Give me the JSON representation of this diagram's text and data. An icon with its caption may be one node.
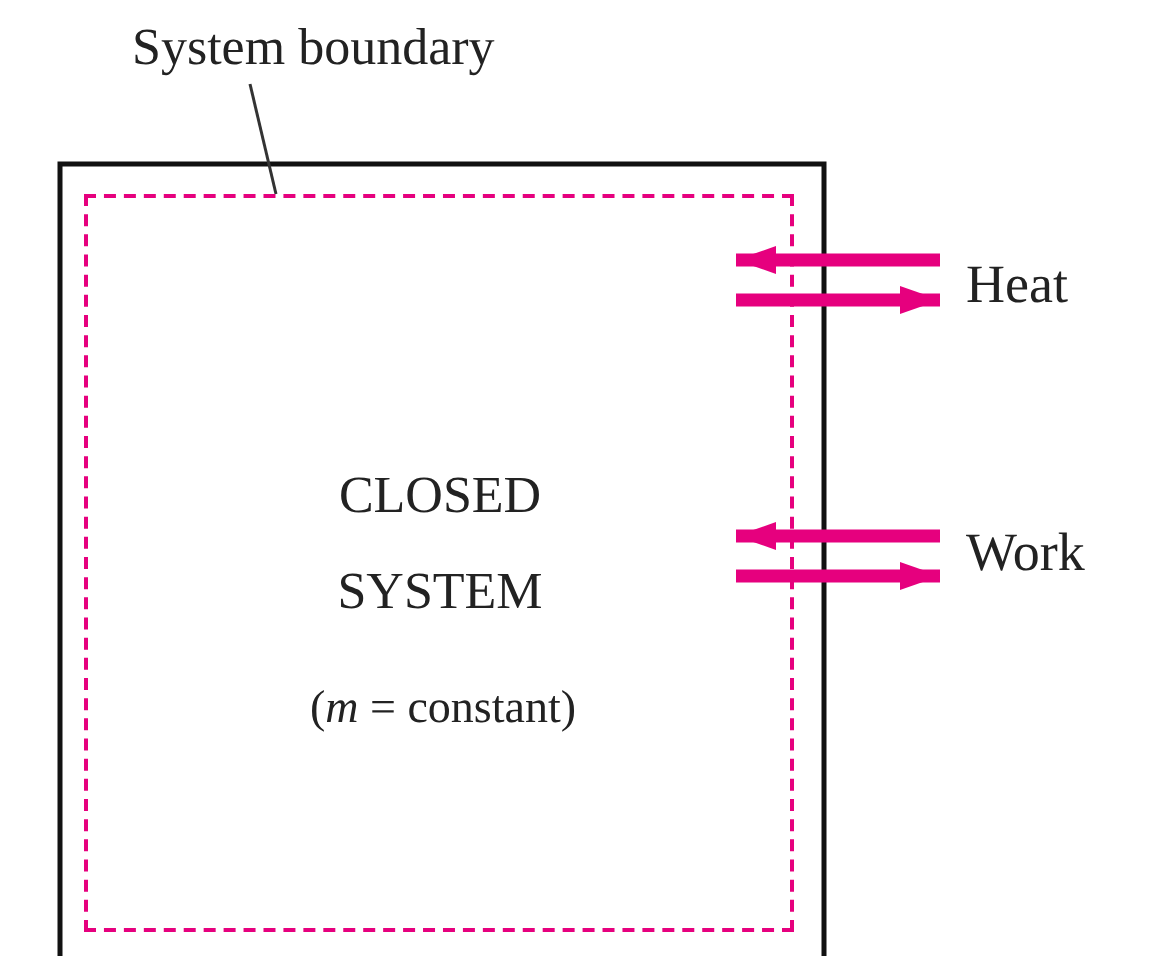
{
  "diagram": {
    "nodes": [
      {
        "text": [
          "System boundary"
        ]
      },
      {
        "text": [
          "CLOSED SYSTEM",
          "(*m* = constant)"
        ]
      },
      {
        "text": [
          "Heat"
        ]
      },
      {
        "text": [
          "Work"
        ]
      }
    ],
    "edges": [
      {
        "from": 2,
        "to": 1,
        "arrow": "to",
        "color": "#e6007e"
      },
      {
        "from": 1,
        "to": 2,
        "arrow": "to",
        "color": "#e6007e"
      },
      {
        "from": 3,
        "to": 1,
        "arrow": "to",
        "color": "#e6007e"
      },
      {
        "from": 1,
        "to": 3,
        "arrow": "to",
        "color": "#e6007e"
      },
      {
        "from": 0,
        "to": 1,
        "arrow": "none",
        "color": "#333333"
      }
    ]
  }
}
